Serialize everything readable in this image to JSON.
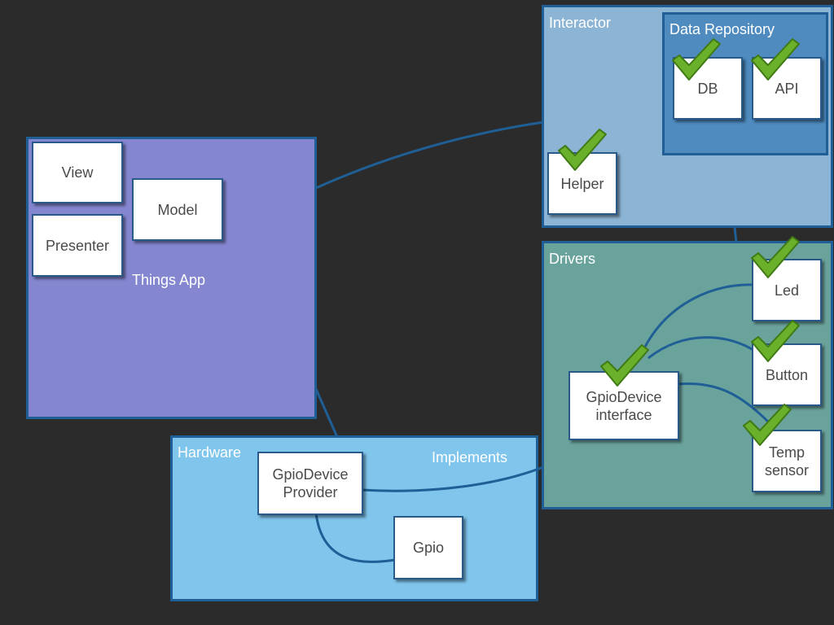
{
  "colors": {
    "background": "#2b2b2b",
    "things_app": "#8487d0",
    "interactor": "#8cb4d4",
    "data_repository": "#4f8bbf",
    "drivers": "#6aa29c",
    "hardware": "#7fc5ec",
    "connector": "#1f5f96",
    "check": "#6ab02a"
  },
  "things_app": {
    "label": "Things App",
    "view": "View",
    "presenter": "Presenter",
    "model": "Model"
  },
  "interactor": {
    "label": "Interactor",
    "helper": "Helper",
    "data_repository": {
      "label": "Data Repository",
      "db": "DB",
      "api": "API"
    }
  },
  "drivers": {
    "label": "Drivers",
    "gpio_interface": "GpioDevice\ninterface",
    "led": "Led",
    "button": "Button",
    "temp_sensor": "Temp\nsensor"
  },
  "hardware": {
    "label": "Hardware",
    "implements": "Implements",
    "provider": "GpioDevice\nProvider",
    "gpio": "Gpio"
  }
}
